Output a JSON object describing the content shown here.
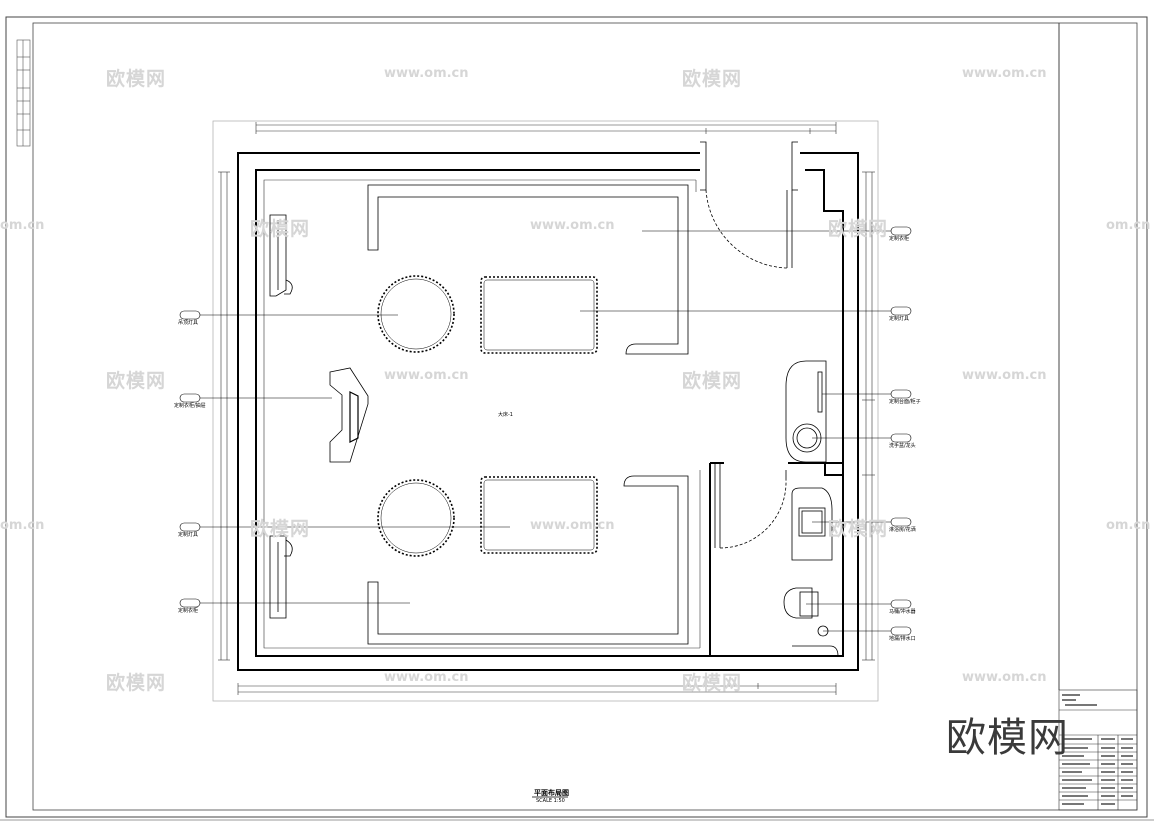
{
  "watermarks": {
    "brand": "欧模网",
    "url": "www.om.cn",
    "url_partial": "om.cn"
  },
  "logo": {
    "text": "欧模网"
  },
  "labels": {
    "left": [
      "吊顶灯具",
      "定制衣柜/抽屉",
      "定制灯具",
      "定制衣柜"
    ],
    "right": [
      "定制衣柜",
      "定制灯具",
      "定制台面/柜子",
      "洗手盆/龙头",
      "淋浴房/花洒",
      "马桶/冲水器",
      "地漏/排水口"
    ],
    "room": "大床-1"
  },
  "sheet": {
    "title": "平面布局图",
    "scale": "SCALE 1:50"
  },
  "colors": {
    "line": "#000000",
    "frame": "#333333",
    "watermark": "#d6d6d6"
  }
}
